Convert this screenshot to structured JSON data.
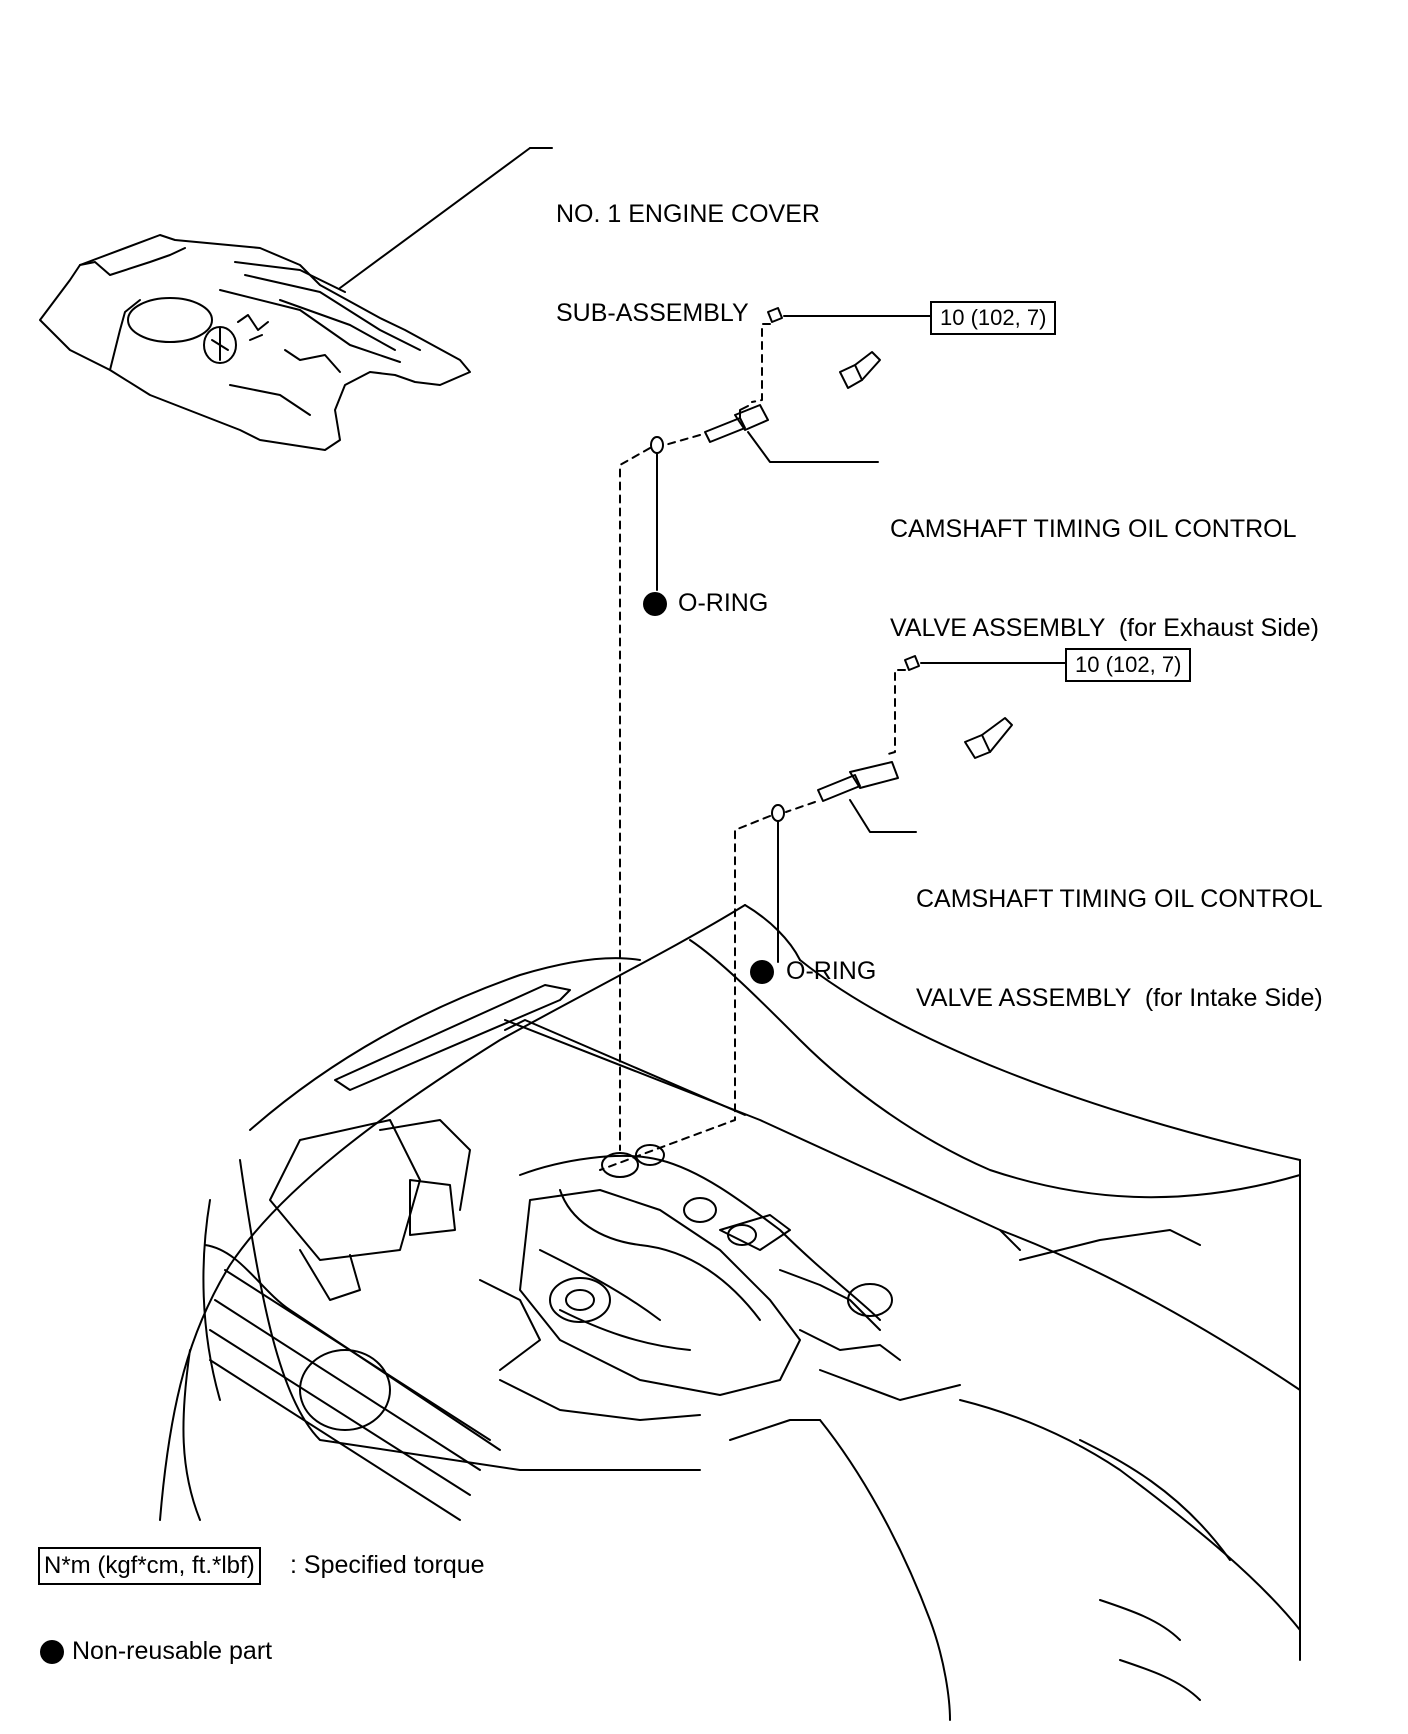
{
  "labels": {
    "engine_cover_line1": "NO. 1 ENGINE COVER",
    "engine_cover_line2": "SUB-ASSEMBLY",
    "exhaust_valve_line1": "CAMSHAFT TIMING OIL CONTROL",
    "exhaust_valve_line2": "VALVE ASSEMBLY  (for Exhaust Side)",
    "intake_valve_line1": "CAMSHAFT TIMING OIL CONTROL",
    "intake_valve_line2": "VALVE ASSEMBLY  (for Intake Side)",
    "oring_upper": "O-RING",
    "oring_lower": "O-RING"
  },
  "torque": {
    "exhaust_bolt": "10 (102, 7)",
    "intake_bolt": "10 (102, 7)"
  },
  "legend": {
    "torque_unit": "N*m (kgf*cm, ft.*lbf)",
    "torque_desc": ": Specified torque",
    "nonreusable_desc": "Non-reusable part"
  }
}
